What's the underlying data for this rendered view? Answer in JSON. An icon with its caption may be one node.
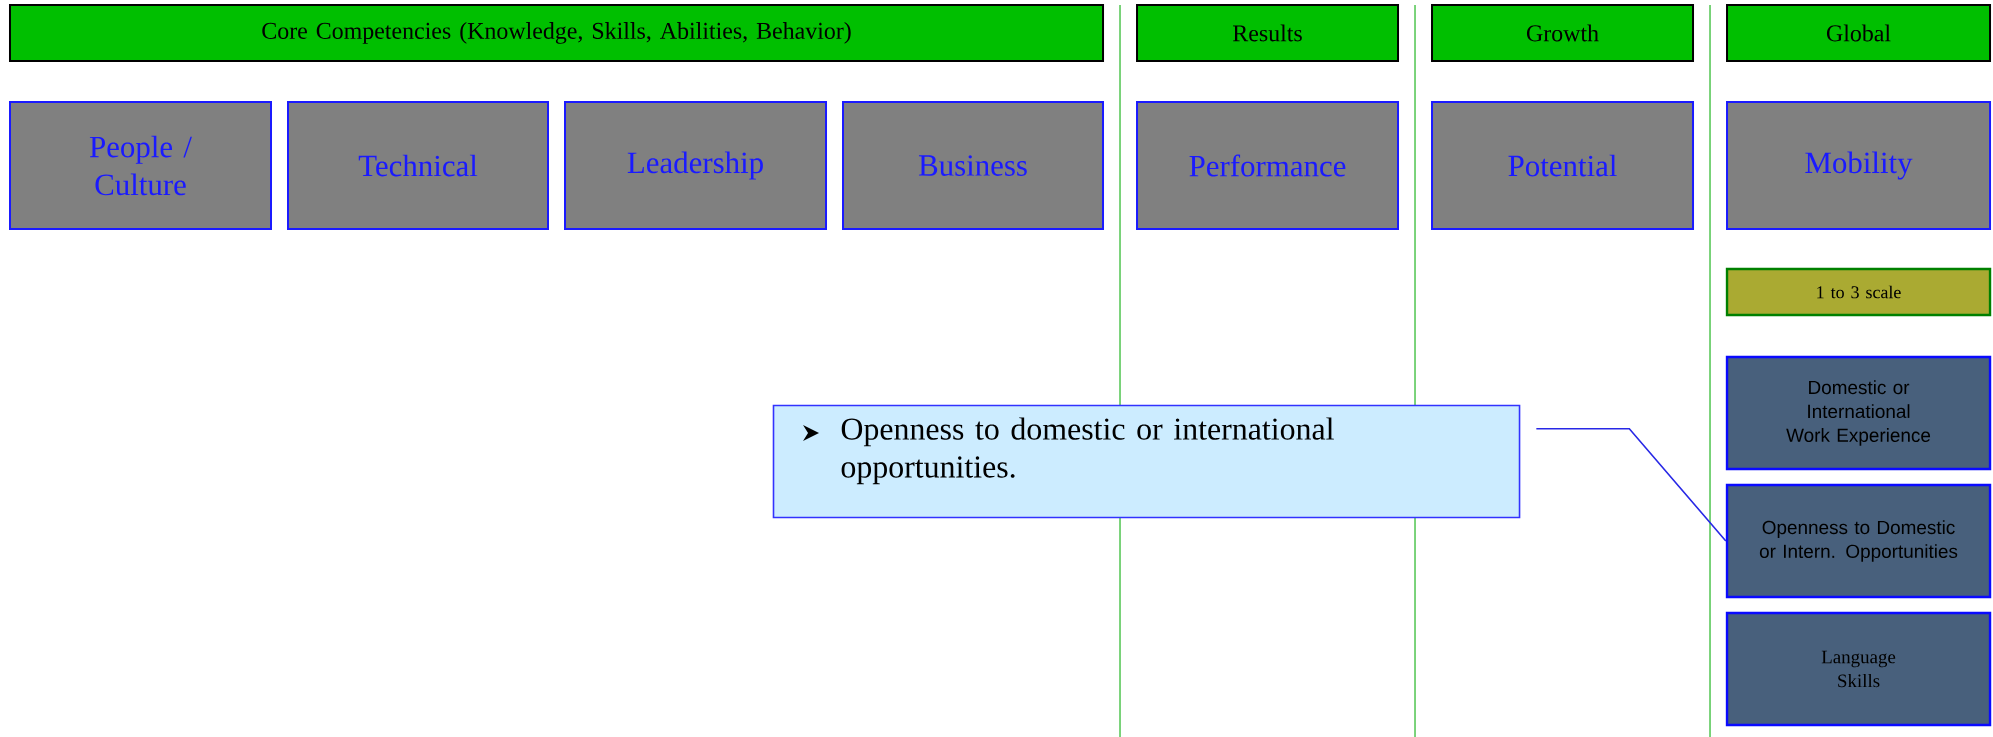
{
  "diagram": {
    "nodes": [
      {
        "text": [
          "Core Competencies (Knowledge, Skills, Abilities, Behavior)"
        ]
      },
      {
        "text": [
          "Results"
        ]
      },
      {
        "text": [
          "Growth"
        ]
      },
      {
        "text": [
          "Global"
        ]
      },
      {
        "text": [
          "People / Culture"
        ]
      },
      {
        "text": [
          "Technical"
        ]
      },
      {
        "text": [
          "Leadership"
        ]
      },
      {
        "text": [
          "Business"
        ]
      },
      {
        "text": [
          "Performance"
        ]
      },
      {
        "text": [
          "Potential"
        ]
      },
      {
        "text": [
          "Mobility"
        ]
      },
      {
        "text": [
          "1 to 3 scale"
        ]
      },
      {
        "text": [
          "Domestic or International Work Experience"
        ]
      },
      {
        "text": [
          "Openness to Domestic or Intern. Opportunities"
        ]
      },
      {
        "text": [
          "Language Skills"
        ]
      },
      {
        "text": [
          "Openness to domestic or international opportunities."
        ]
      }
    ],
    "edges": [
      {
        "from": 15,
        "to": 13,
        "arrow": "none"
      }
    ]
  }
}
